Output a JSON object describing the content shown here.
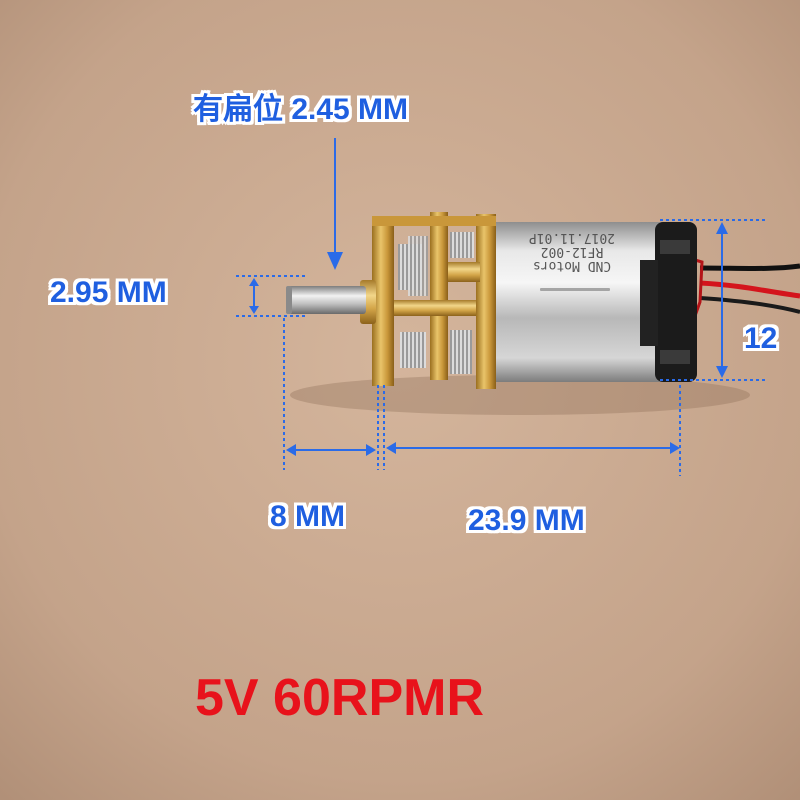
{
  "labels": {
    "flat_position": "有扁位 2.45 MM",
    "shaft_diameter": "2.95 MM",
    "motor_height": "12",
    "shaft_length": "8 MM",
    "body_length": "23.9 MM"
  },
  "spec": "5V 60RPMR",
  "motor_print": {
    "line1": "CND Motors",
    "line2": "RF12-002",
    "line3": "2017.11.01P"
  },
  "colors": {
    "background": "#c6a68d",
    "dimension": "#1f5fe0",
    "spec_text": "#e8121b"
  }
}
